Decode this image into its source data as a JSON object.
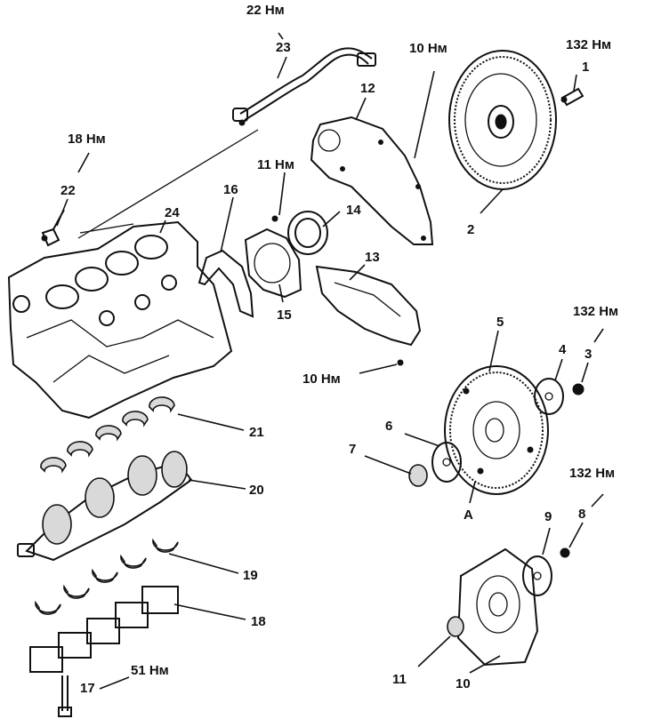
{
  "diagram": {
    "labels": {
      "p1": "1",
      "p2": "2",
      "p3": "3",
      "p4": "4",
      "p5": "5",
      "p6": "6",
      "p7": "7",
      "p8": "8",
      "p9": "9",
      "p10": "10",
      "p11": "11",
      "p12": "12",
      "p13": "13",
      "p14": "14",
      "p15": "15",
      "p16": "16",
      "p17": "17",
      "p18": "18",
      "p19": "19",
      "p20": "20",
      "p21": "21",
      "p22": "22",
      "p23": "23",
      "p24": "24",
      "pA": "A"
    },
    "torques": {
      "t23": "22 Нм",
      "t22": "18 Нм",
      "t12": "10 Нм",
      "t1": "132 Нм",
      "t15": "11 Нм",
      "t13": "10 Нм",
      "t3": "132 Нм",
      "t8": "132 Нм",
      "t17": "51 Нм"
    }
  }
}
